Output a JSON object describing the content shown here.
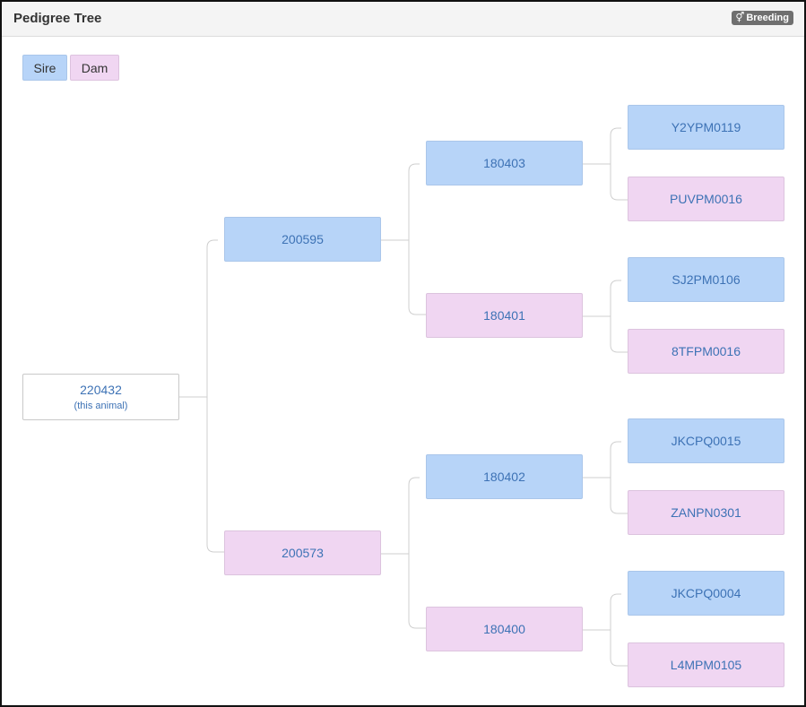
{
  "header": {
    "title": "Pedigree Tree",
    "badge_icon": "⚥",
    "badge_label": "Breeding"
  },
  "legend": {
    "sire_label": "Sire",
    "dam_label": "Dam"
  },
  "colors": {
    "sire": "#b7d4f8",
    "dam": "#f0d6f2",
    "link_text": "#3d72b5"
  },
  "tree": {
    "self": {
      "id": "220432",
      "note": "(this animal)"
    },
    "parents": {
      "sire": "200595",
      "dam": "200573"
    },
    "grandparents": {
      "sire_sire": "180403",
      "sire_dam": "180401",
      "dam_sire": "180402",
      "dam_dam": "180400"
    },
    "great_grandparents": {
      "g1": "Y2YPM0119",
      "g2": "PUVPM0016",
      "g3": "SJ2PM0106",
      "g4": "8TFPM0016",
      "g5": "JKCPQ0015",
      "g6": "ZANPN0301",
      "g7": "JKCPQ0004",
      "g8": "L4MPM0105"
    }
  }
}
